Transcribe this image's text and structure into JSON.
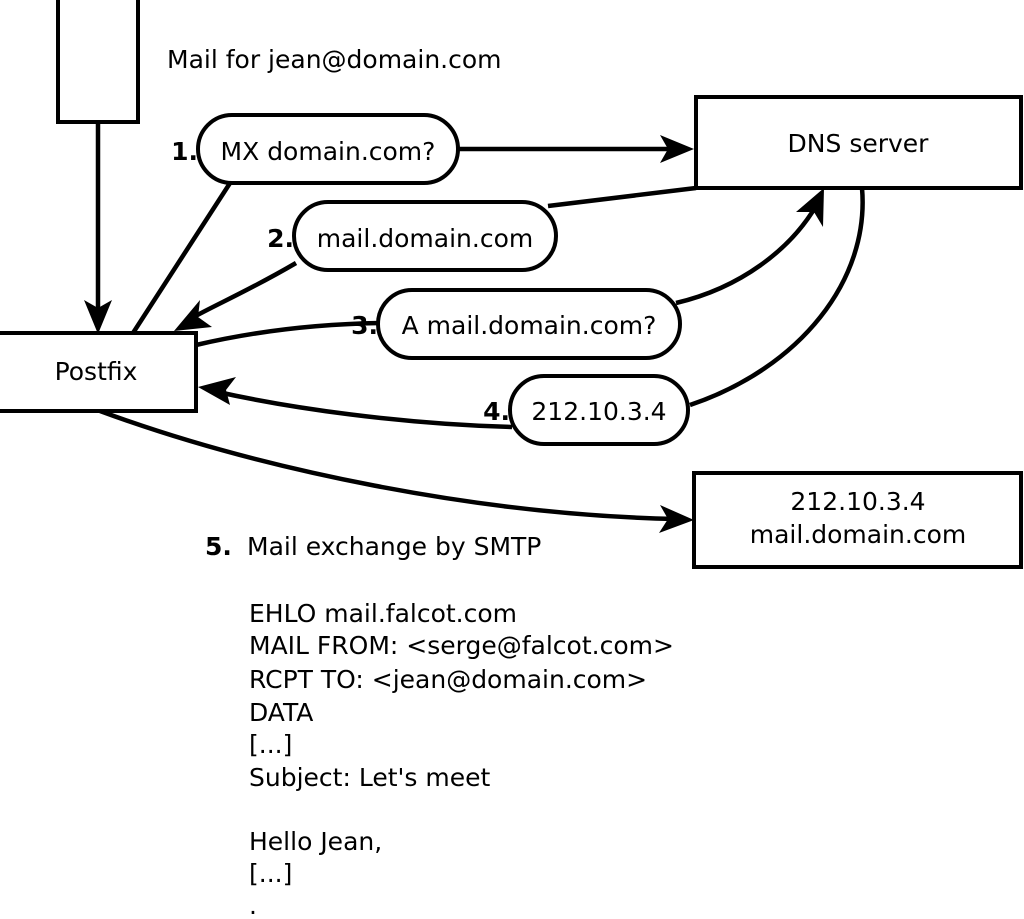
{
  "diagram": {
    "title_caption": "Mail for jean@domain.com",
    "nodes": {
      "client": {
        "label": ""
      },
      "postfix": {
        "label": "Postfix"
      },
      "dns": {
        "label": "DNS server"
      },
      "mailserver": {
        "line1": "212.10.3.4",
        "line2": "mail.domain.com"
      }
    },
    "steps": [
      {
        "num": "1.",
        "label": "MX domain.com?"
      },
      {
        "num": "2.",
        "label": "mail.domain.com"
      },
      {
        "num": "3.",
        "label": "A mail.domain.com?"
      },
      {
        "num": "4.",
        "label": "212.10.3.4"
      }
    ],
    "step5": {
      "num": "5.",
      "label": "Mail exchange by SMTP"
    },
    "smtp_transcript": [
      "EHLO mail.falcot.com",
      "MAIL FROM: <serge@falcot.com>",
      "RCPT TO: <jean@domain.com>",
      "DATA",
      "[...]",
      "Subject: Let's meet",
      "",
      "Hello Jean,",
      "[...]",
      "."
    ],
    "colors": {
      "stroke": "#000000",
      "fill": "#ffffff",
      "text": "#000000"
    }
  }
}
